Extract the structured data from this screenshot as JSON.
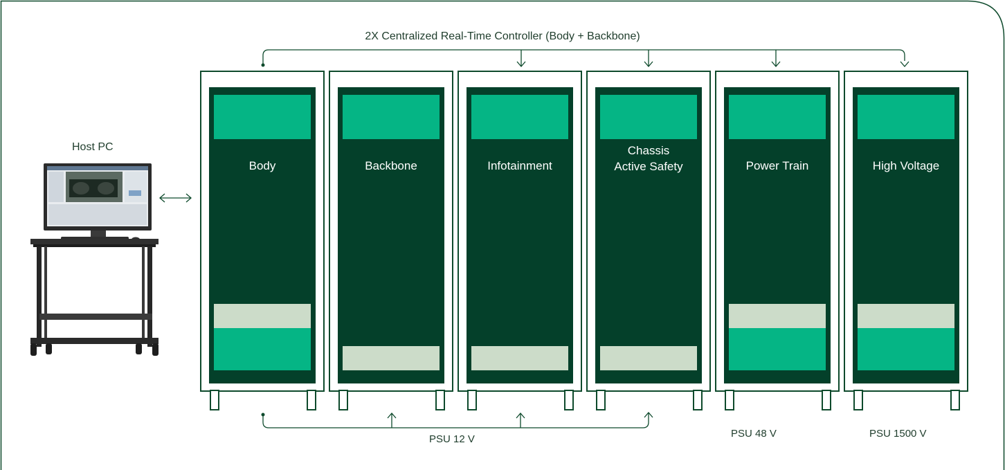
{
  "diagram": {
    "controller_title": "2X Centralized Real-Time Controller (Body + Backbone)",
    "host_label": "Host PC",
    "racks": [
      {
        "id": "body",
        "label": "Body"
      },
      {
        "id": "backbone",
        "label": "Backbone"
      },
      {
        "id": "infotainment",
        "label": "Infotainment"
      },
      {
        "id": "chassis",
        "label": "Chassis\nActive Safety"
      },
      {
        "id": "powertrain",
        "label": "Power Train"
      },
      {
        "id": "highvoltage",
        "label": "High Voltage"
      }
    ],
    "psu_labels": {
      "psu12": "PSU 12 V",
      "psu48": "PSU 48 V",
      "psu1500": "PSU 1500 V"
    },
    "colors": {
      "rack_dark": "#04402a",
      "module_green": "#05b585",
      "module_gray": "#ccdcc9",
      "line": "#0e4a2c"
    }
  }
}
